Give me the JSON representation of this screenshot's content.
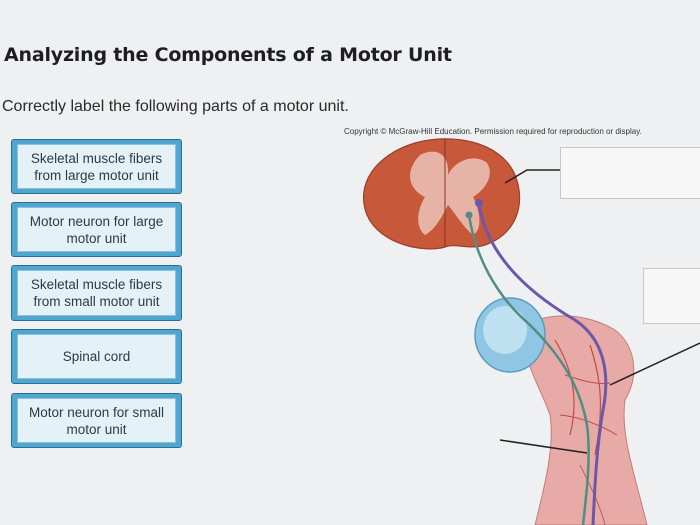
{
  "page": {
    "title": "Analyzing the Components of a Motor Unit",
    "instruction": "Correctly label the following parts of a motor unit.",
    "copyright": "Copyright © McGraw-Hill Education. Permission required for reproduction or display."
  },
  "labels": [
    {
      "text": "Skeletal muscle fibers from large motor unit"
    },
    {
      "text": "Motor neuron for large motor unit"
    },
    {
      "text": "Skeletal muscle fibers from small motor unit"
    },
    {
      "text": "Spinal cord"
    },
    {
      "text": "Motor neuron for small motor unit"
    }
  ],
  "colors": {
    "tile": "#4fa7cf",
    "spinal_cord": "#c7583a",
    "gray_matter": "#e7b3a6",
    "neuron_large": "#6d57a9",
    "neuron_small": "#4f8f83",
    "bone": "#8fc6e4",
    "muscle": "#e8aaa6"
  },
  "icons": [
    "spinal-cord-illustration",
    "muscle-illustration"
  ]
}
